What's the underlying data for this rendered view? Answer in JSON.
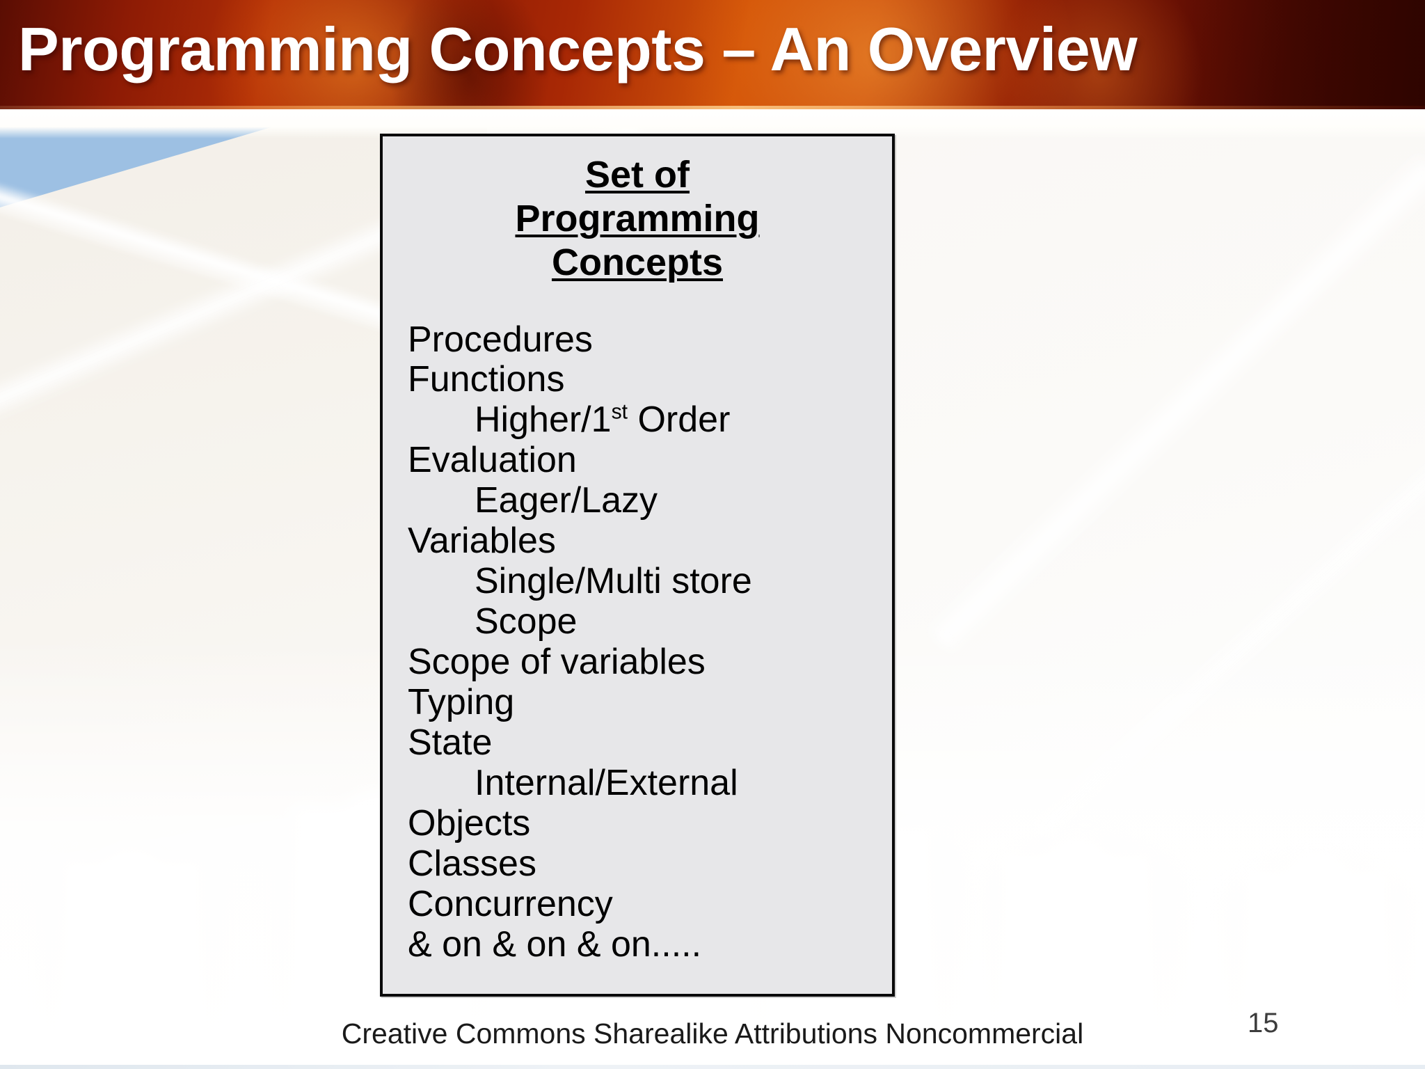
{
  "slide": {
    "title": "Programming Concepts – An Overview",
    "page_number": "15",
    "footer_license": "Creative Commons Sharealike Attributions Noncommercial"
  },
  "concept_box": {
    "heading_line_1": "Set of ",
    "heading_line_2": "Programming",
    "heading_line_3": "Concepts",
    "items": [
      {
        "text": "Procedures",
        "indent": false
      },
      {
        "text": "Functions",
        "indent": false
      },
      {
        "text": "Higher/1st Order",
        "indent": true,
        "sup_base": "Higher/1",
        "sup": "st",
        "sup_tail": " Order"
      },
      {
        "text": "Evaluation",
        "indent": false
      },
      {
        "text": "Eager/Lazy",
        "indent": true
      },
      {
        "text": "Variables",
        "indent": false
      },
      {
        "text": "Single/Multi store",
        "indent": true
      },
      {
        "text": "Scope",
        "indent": true
      },
      {
        "text": "Scope of variables",
        "indent": false
      },
      {
        "text": "Typing",
        "indent": false
      },
      {
        "text": "State",
        "indent": false
      },
      {
        "text": "Internal/External",
        "indent": true
      },
      {
        "text": "Objects",
        "indent": false
      },
      {
        "text": "Classes",
        "indent": false
      },
      {
        "text": "Concurrency",
        "indent": false
      },
      {
        "text": "& on & on & on.....",
        "indent": false
      }
    ]
  },
  "colors": {
    "title_bar_dark": "#5a0d03",
    "title_bar_orange": "#d2560a",
    "title_text": "#ffffff",
    "box_fill": "#e7e7e9",
    "box_border": "#0a0a0a",
    "background_blue": "#9dc0e3",
    "background_cream": "#f3efe8",
    "body_text": "#000000"
  }
}
